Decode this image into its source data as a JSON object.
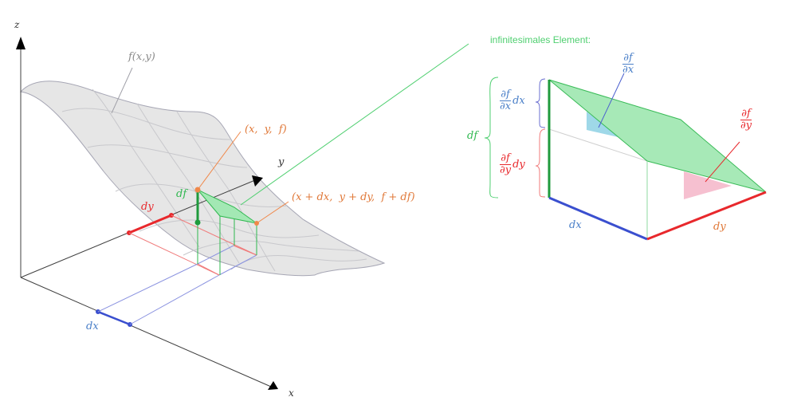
{
  "colors": {
    "surface_fill": "#e6e6e6",
    "surface_stroke": "#a6a6b4",
    "grid": "#c8c8cc",
    "axis": "#404040",
    "green": "#2fb84f",
    "green_fill": "#a3e8b4",
    "orange": "#f0884a",
    "red": "#e8282c",
    "red_light": "#f07a7a",
    "blue": "#3a4fcf",
    "blue_light": "#8b93e0",
    "cyan_fill": "#9fd8e8",
    "pink_fill": "#f6c0d0",
    "text_blue": "#4a7fc8",
    "text_red": "#e8282c",
    "text_orange": "#e07838"
  },
  "axes": {
    "z_label": "z",
    "y_label": "y",
    "x_label": "x"
  },
  "left_plot": {
    "surface_label": "f(x,y)",
    "point_label": "(x,  y,  f)",
    "point2_label": "(x + dx,  y + dy,  f + df)",
    "df_label": "df",
    "dy_label": "dy",
    "dx_label": "dx"
  },
  "right_plot": {
    "title": "infinitesimales Element:",
    "df_label": "df",
    "dfdx_num": "∂f",
    "dfdx_den": "∂x",
    "dfdx_suffix": "dx",
    "dfdy_num": "∂f",
    "dfdy_den": "∂y",
    "dfdy_suffix": "dy",
    "slope_x_num": "∂f",
    "slope_x_den": "∂x",
    "slope_y_num": "∂f",
    "slope_y_den": "∂y",
    "dx_label": "dx",
    "dy_label": "dy"
  }
}
